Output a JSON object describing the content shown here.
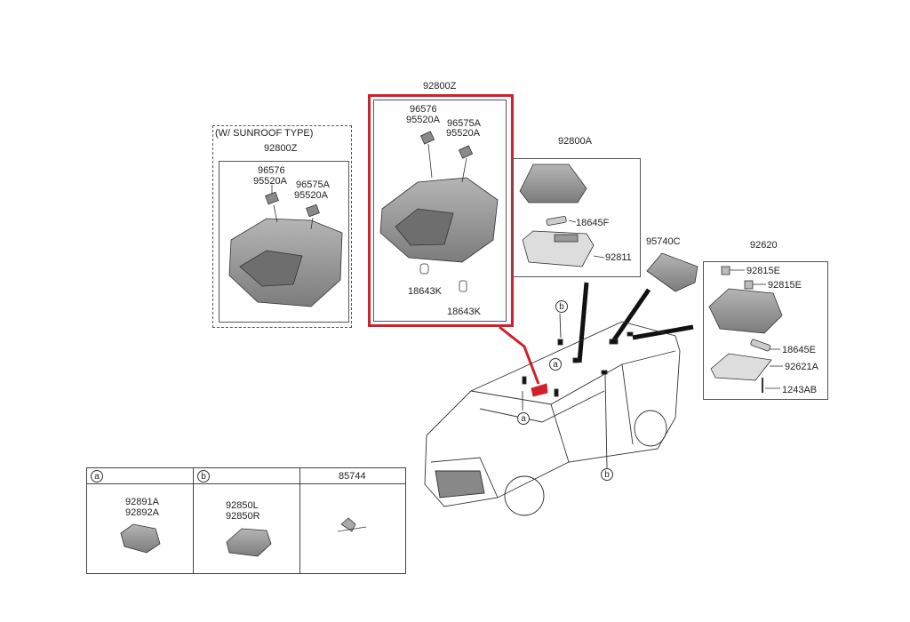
{
  "sunroof_panel": {
    "title": "(W/ SUNROOF TYPE)",
    "assembly": "92800Z",
    "bulb_left_a": "96576",
    "bulb_left_b": "95520A",
    "bulb_right_a": "96575A",
    "bulb_right_b": "95520A"
  },
  "highlight_panel": {
    "assembly": "92800Z",
    "bulb_left_a": "96576",
    "bulb_left_b": "95520A",
    "bulb_right_a": "96575A",
    "bulb_right_b": "95520A",
    "socket_left": "18643K",
    "socket_right": "18643K"
  },
  "room_lamp_panel": {
    "assembly": "92800A",
    "bulb": "18645F",
    "lens": "92811"
  },
  "vanity_part": "95740C",
  "cargo_panel": {
    "assembly": "92620",
    "socket_a": "92815E",
    "socket_b": "92815E",
    "bulb": "18645E",
    "lens": "92621A",
    "screw": "1243AB"
  },
  "callouts": {
    "a": "a",
    "b": "b"
  },
  "table": {
    "col_a_mark": "a",
    "col_b_mark": "b",
    "col_c_header": "85744",
    "col_a_part1": "92891A",
    "col_a_part2": "92892A",
    "col_b_part1": "92850L",
    "col_b_part2": "92850R"
  },
  "colors": {
    "highlight": "#d2202a",
    "part_fill": "#9a9a9a",
    "line": "#333333"
  }
}
